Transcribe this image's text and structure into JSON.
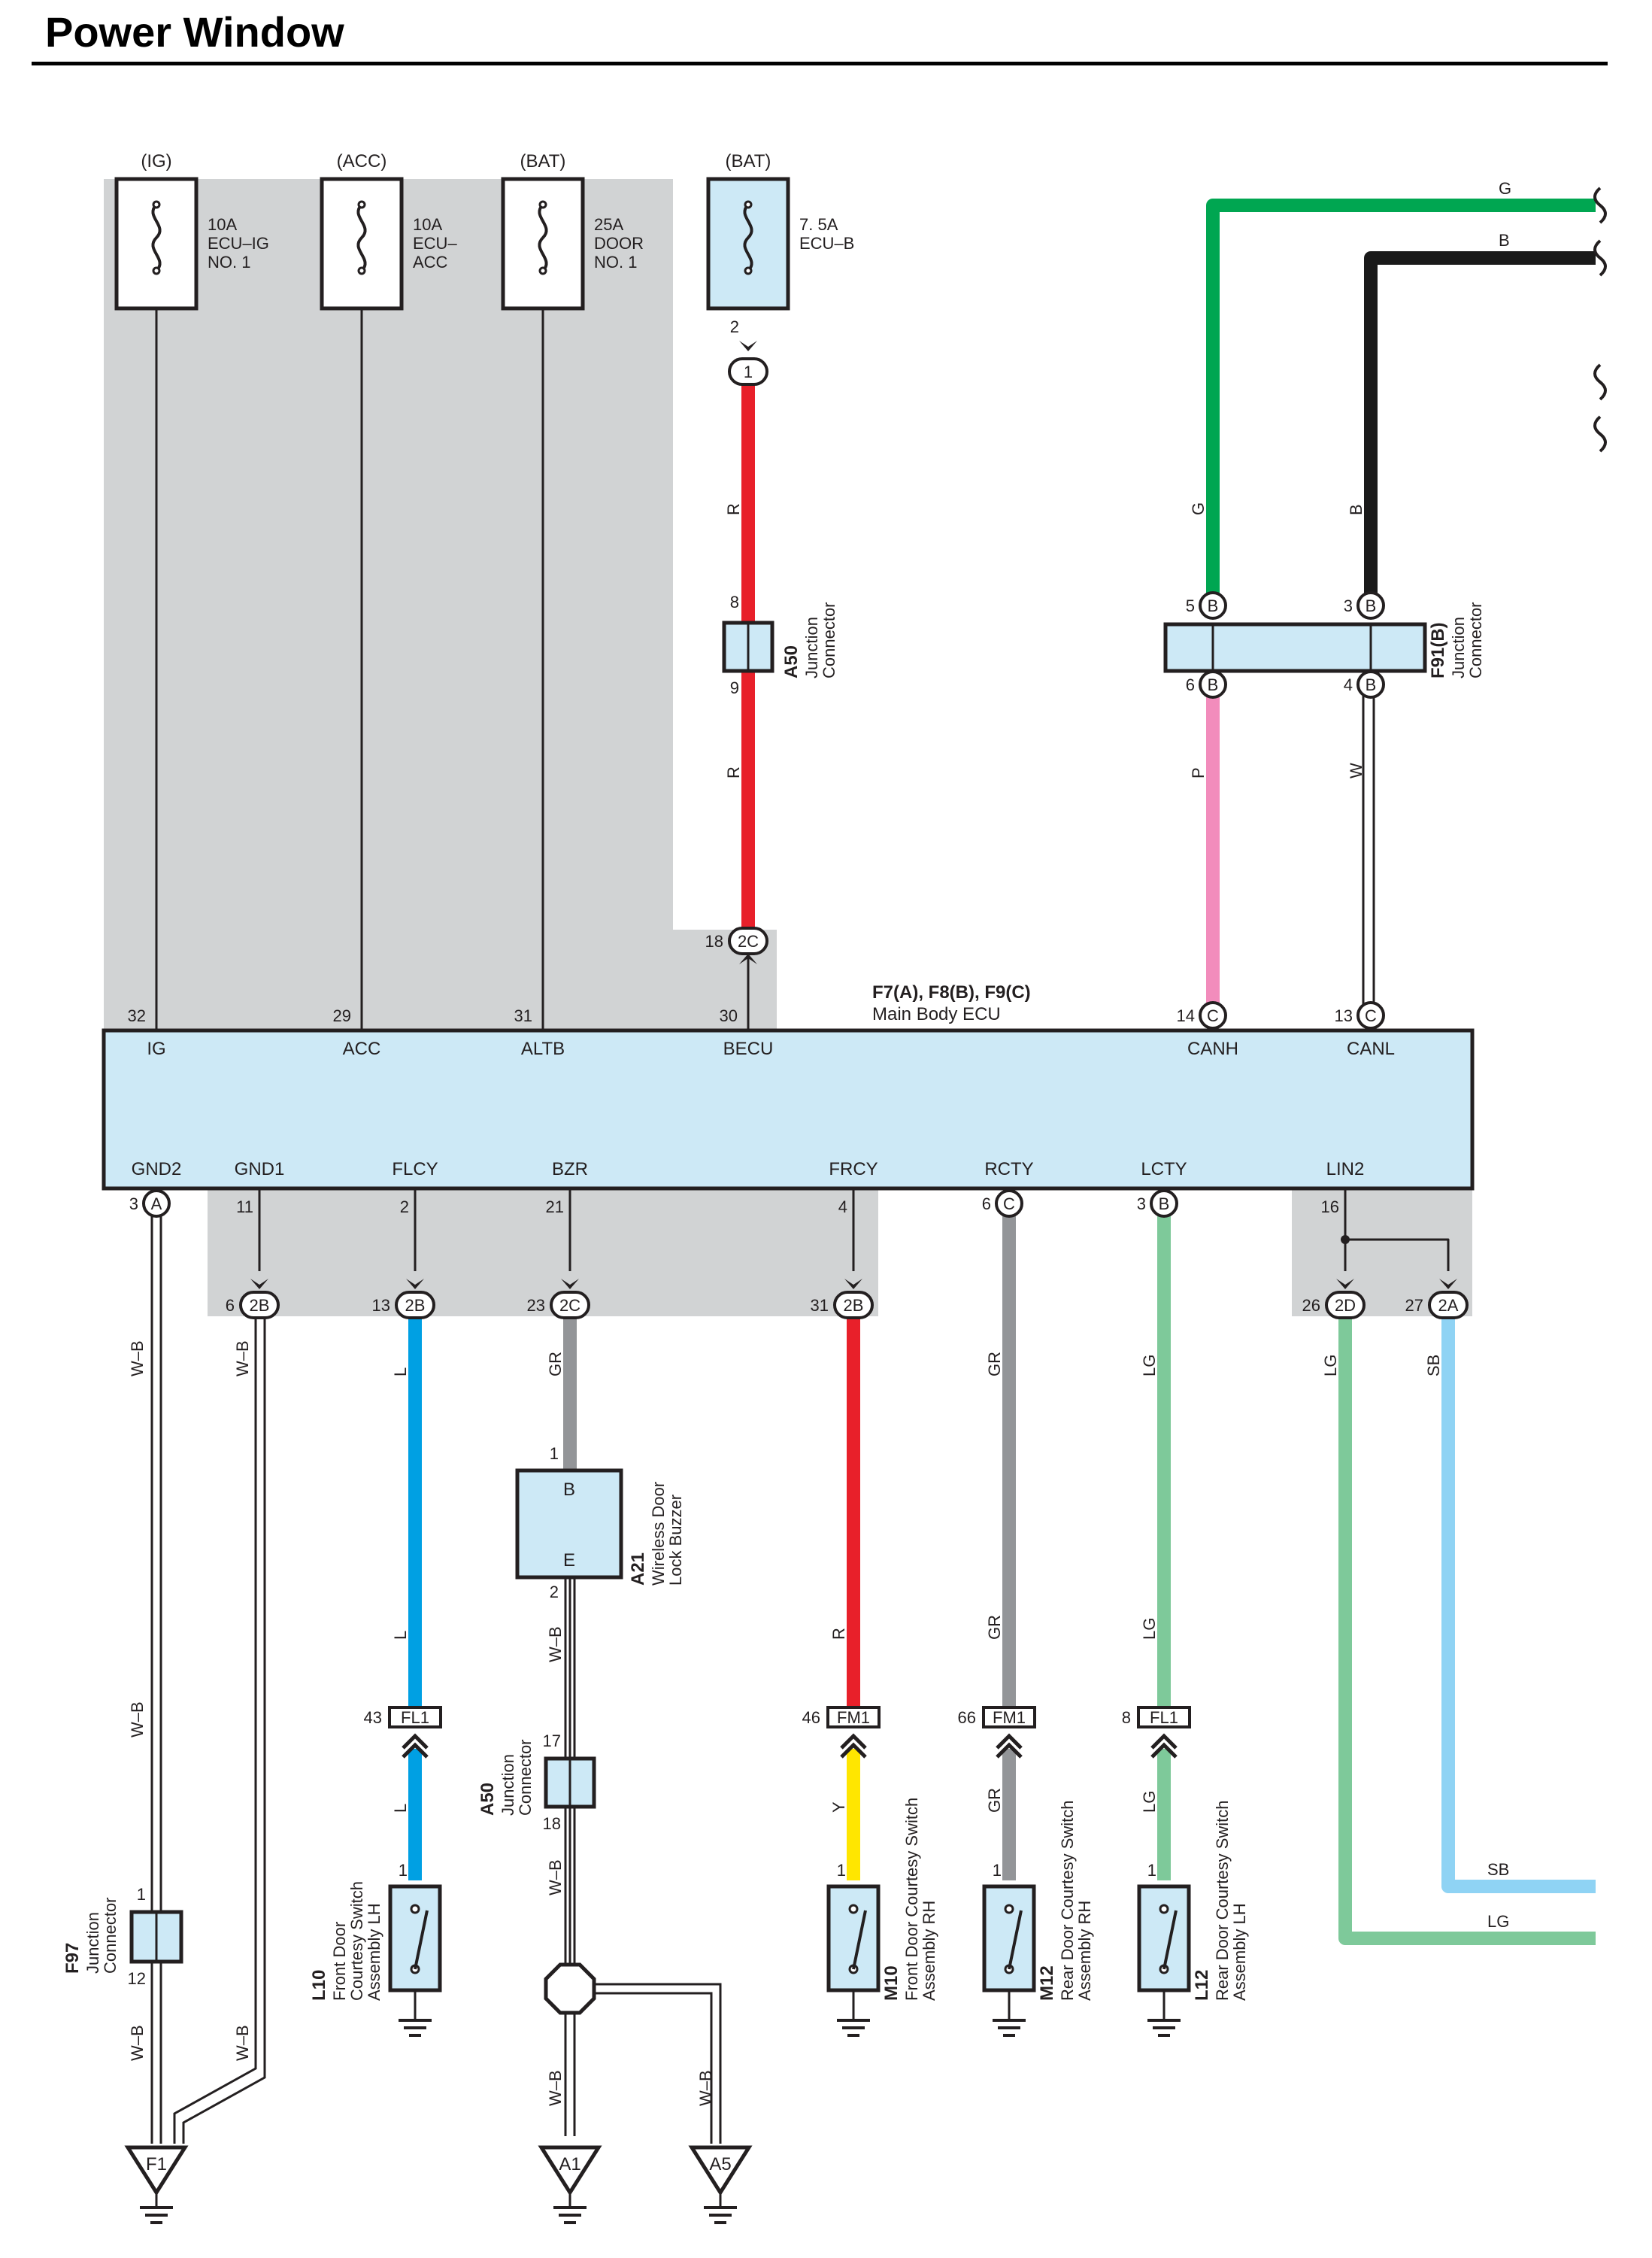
{
  "title": "Power Window",
  "fuses": [
    {
      "supply": "(IG)",
      "lines": [
        "10A",
        "ECU–IG",
        "NO. 1"
      ],
      "pin": ""
    },
    {
      "supply": "(ACC)",
      "lines": [
        "10A",
        "ECU–",
        "ACC"
      ],
      "pin": ""
    },
    {
      "supply": "(BAT)",
      "lines": [
        "25A",
        "DOOR",
        "NO. 1"
      ],
      "pin": ""
    },
    {
      "supply": "(BAT)",
      "lines": [
        "7. 5A",
        "ECU–B"
      ],
      "pin": "2"
    }
  ],
  "ecu": {
    "label": "F7(A), F8(B), F9(C)",
    "name": "Main Body ECU",
    "top_pins": [
      {
        "name": "IG",
        "num": "32",
        "conn": ""
      },
      {
        "name": "ACC",
        "num": "29",
        "conn": ""
      },
      {
        "name": "ALTB",
        "num": "31",
        "conn": ""
      },
      {
        "name": "BECU",
        "num": "30",
        "conn": ""
      },
      {
        "name": "CANH",
        "num": "14",
        "conn": "C"
      },
      {
        "name": "CANL",
        "num": "13",
        "conn": "C"
      }
    ],
    "bottom_pins": [
      {
        "name": "GND2",
        "num": "3",
        "conn": "A"
      },
      {
        "name": "GND1",
        "num": "11",
        "conn": ""
      },
      {
        "name": "FLCY",
        "num": "2",
        "conn": ""
      },
      {
        "name": "BZR",
        "num": "21",
        "conn": ""
      },
      {
        "name": "FRCY",
        "num": "4",
        "conn": ""
      },
      {
        "name": "RCTY",
        "num": "6",
        "conn": "C"
      },
      {
        "name": "LCTY",
        "num": "3",
        "conn": "B"
      },
      {
        "name": "LIN2",
        "num": "16",
        "conn": ""
      }
    ]
  },
  "junction_blocks": [
    {
      "num": "1",
      "code": ""
    },
    {
      "num": "18",
      "code": "2C"
    },
    {
      "num": "6",
      "code": "2B"
    },
    {
      "num": "13",
      "code": "2B"
    },
    {
      "num": "23",
      "code": "2C"
    },
    {
      "num": "31",
      "code": "2B"
    },
    {
      "num": "26",
      "code": "2D"
    },
    {
      "num": "27",
      "code": "2A"
    }
  ],
  "connectors": {
    "a50_top": {
      "id": "A50",
      "desc": [
        "Junction",
        "Connector"
      ],
      "pin_a": "8",
      "pin_b": "9"
    },
    "a50_bottom": {
      "id": "A50",
      "desc": [
        "Junction",
        "Connector"
      ],
      "pin_a": "17",
      "pin_b": "18"
    },
    "f91": {
      "id": "F91(B)",
      "desc": [
        "Junction",
        "Connector"
      ],
      "pins": [
        {
          "num": "5",
          "conn": "B"
        },
        {
          "num": "3",
          "conn": "B"
        },
        {
          "num": "6",
          "conn": "B"
        },
        {
          "num": "4",
          "conn": "B"
        }
      ]
    },
    "f97": {
      "id": "F97",
      "desc": [
        "Junction",
        "Connector"
      ],
      "pin_a": "1",
      "pin_b": "12"
    }
  },
  "buzzer": {
    "id": "A21",
    "desc": [
      "Wireless Door",
      "Lock Buzzer"
    ],
    "term_b": "B",
    "term_e": "E",
    "pin_b": "1",
    "pin_e": "2"
  },
  "inline_connectors": [
    {
      "pin": "43",
      "code": "FL1"
    },
    {
      "pin": "46",
      "code": "FM1"
    },
    {
      "pin": "66",
      "code": "FM1"
    },
    {
      "pin": "8",
      "code": "FL1"
    }
  ],
  "switches": [
    {
      "id": "L10",
      "desc": [
        "Front Door",
        "Courtesy Switch",
        "Assembly LH"
      ],
      "pin": "1"
    },
    {
      "id": "M10",
      "desc": [
        "Front Door Courtesy Switch",
        "Assembly RH"
      ],
      "pin": "1"
    },
    {
      "id": "M12",
      "desc": [
        "Rear Door Courtesy Switch",
        "Assembly RH"
      ],
      "pin": "1"
    },
    {
      "id": "L12",
      "desc": [
        "Rear Door Courtesy Switch",
        "Assembly LH"
      ],
      "pin": "1"
    }
  ],
  "grounds": [
    "F1",
    "A1",
    "A5"
  ],
  "wire_labels": {
    "r": "R",
    "g": "G",
    "b": "B",
    "p": "P",
    "w": "W",
    "wb": "W–B",
    "l": "L",
    "gr": "GR",
    "y": "Y",
    "lg": "LG",
    "sb": "SB"
  },
  "colors": {
    "red": "#e8202a",
    "green": "#00a651",
    "black": "#1a1a1a",
    "pink": "#f28cbc",
    "blue": "#00a0e3",
    "gray": "#939598",
    "yellow": "#ffe600",
    "lightgreen": "#7ec99a",
    "skyblue": "#8fd3f4",
    "component": "#cde9f6",
    "shade": "#d1d3d4"
  }
}
